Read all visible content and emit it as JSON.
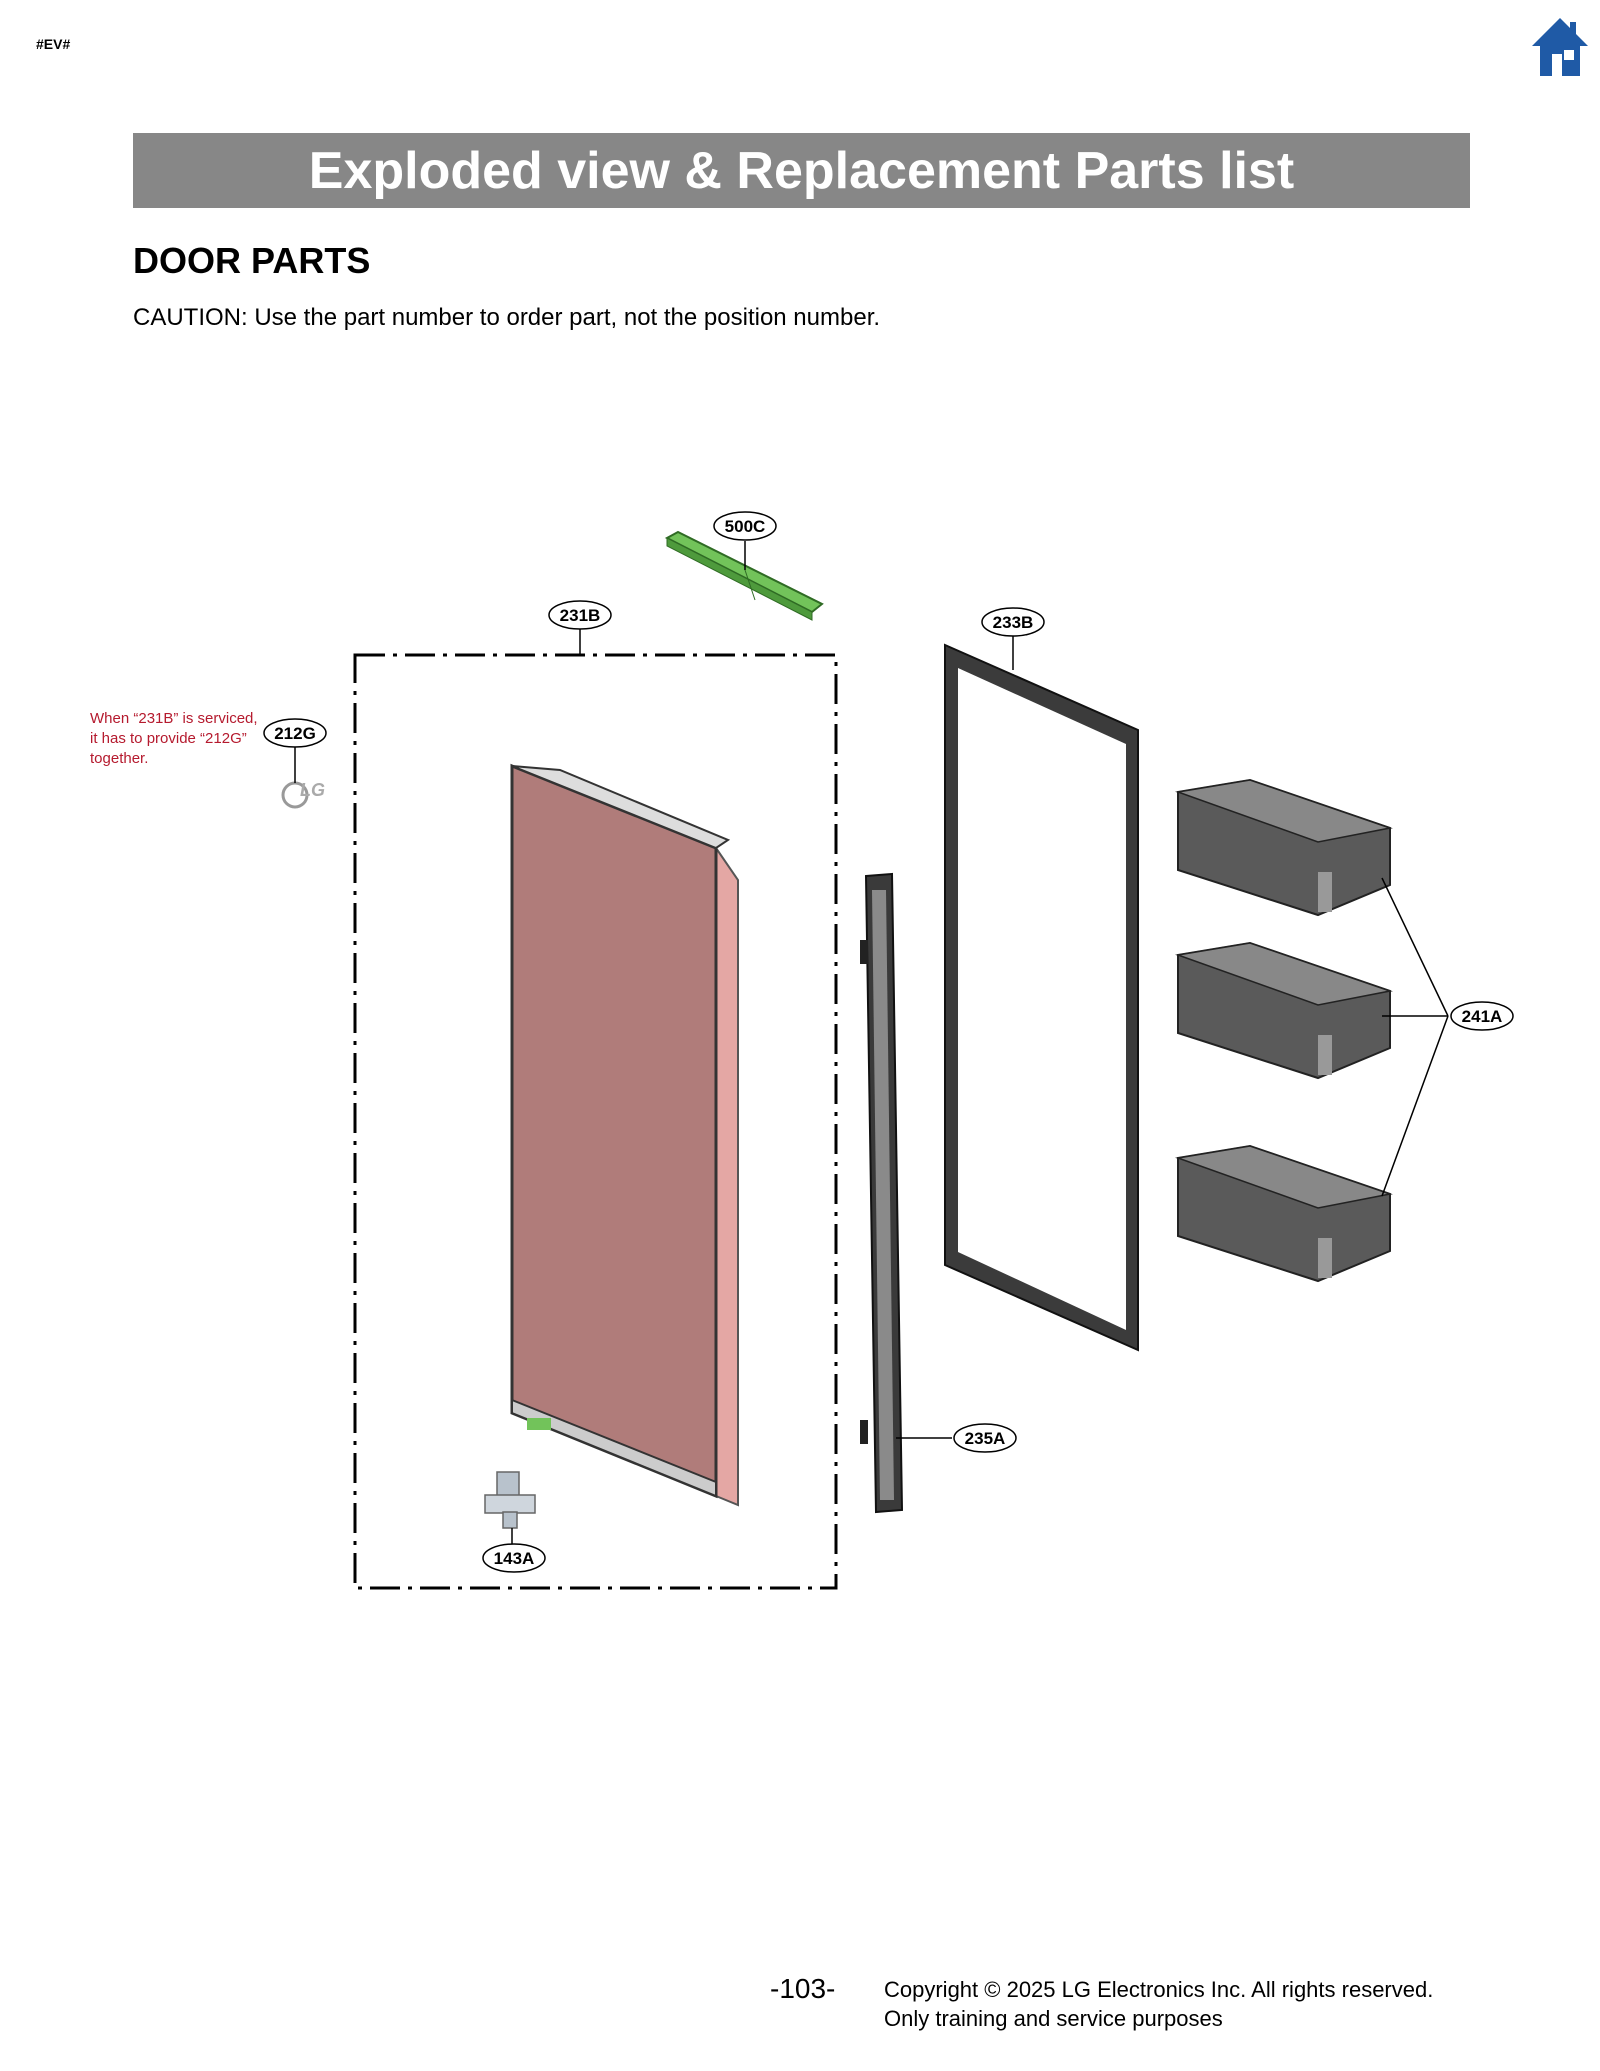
{
  "header": {
    "tag": "#EV#",
    "home_icon": "home-icon"
  },
  "banner": {
    "title": "Exploded view & Replacement Parts list"
  },
  "section": {
    "title": "DOOR PARTS",
    "caution": "CAUTION: Use the part number to order part, not the position number."
  },
  "diagram": {
    "callouts": {
      "c500C": "500C",
      "c231B": "231B",
      "c233B": "233B",
      "c212G": "212G",
      "c241A": "241A",
      "c235A": "235A",
      "c143A": "143A"
    },
    "note_lines": [
      "When “231B” is serviced,",
      "it has to provide “212G”",
      "together."
    ],
    "logo_text": "LG",
    "colors": {
      "door_panel": "#b07c7a",
      "door_edge": "#e4a7a4",
      "pcb": "#72c35a",
      "bin": "#5a5a5a",
      "frame": "#3b3b3b",
      "note": "#b51a2e"
    }
  },
  "footer": {
    "page_number": "-103-",
    "copyright_line1": "Copyright © 2025 LG Electronics Inc. All rights reserved.",
    "copyright_line2": "Only training and service purposes"
  }
}
